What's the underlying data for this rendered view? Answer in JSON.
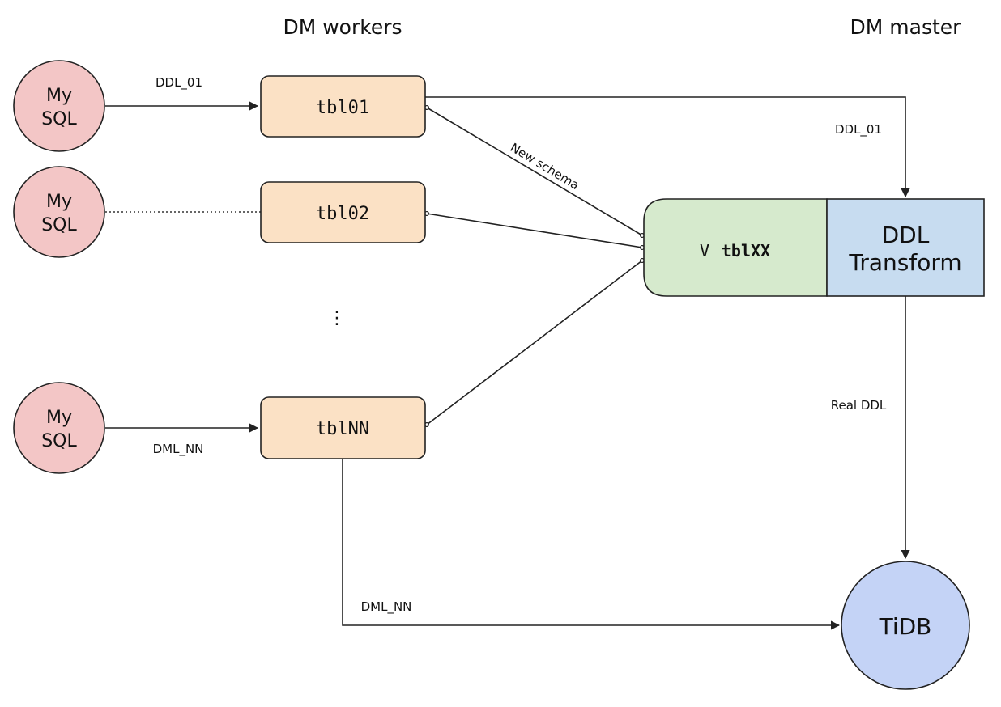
{
  "headings": {
    "workers": "DM workers",
    "master": "DM master"
  },
  "sources": [
    {
      "line1": "My",
      "line2": "SQL"
    },
    {
      "line1": "My",
      "line2": "SQL"
    },
    {
      "line1": "My",
      "line2": "SQL"
    }
  ],
  "tables": [
    "tbl01",
    "tbl02",
    "tblNN"
  ],
  "ellipsis": "⋮",
  "merged_table": {
    "prefix": "V",
    "name": "tblXX"
  },
  "transform": {
    "line1": "DDL",
    "line2": "Transform"
  },
  "target": "TiDB",
  "edge_labels": {
    "ddl_in": "DDL_01",
    "ddl_out": "DDL_01",
    "dml_in": "DML_NN",
    "dml_out": "DML_NN",
    "new_schema": "New schema",
    "real_ddl": "Real DDL"
  },
  "colors": {
    "mysql_fill": "#f3c6c6",
    "table_fill": "#fbe1c5",
    "merged_fill": "#d6eacd",
    "transform_fill": "#c7dcf0",
    "tidb_fill": "#c4d3f6",
    "stroke": "#222222"
  }
}
